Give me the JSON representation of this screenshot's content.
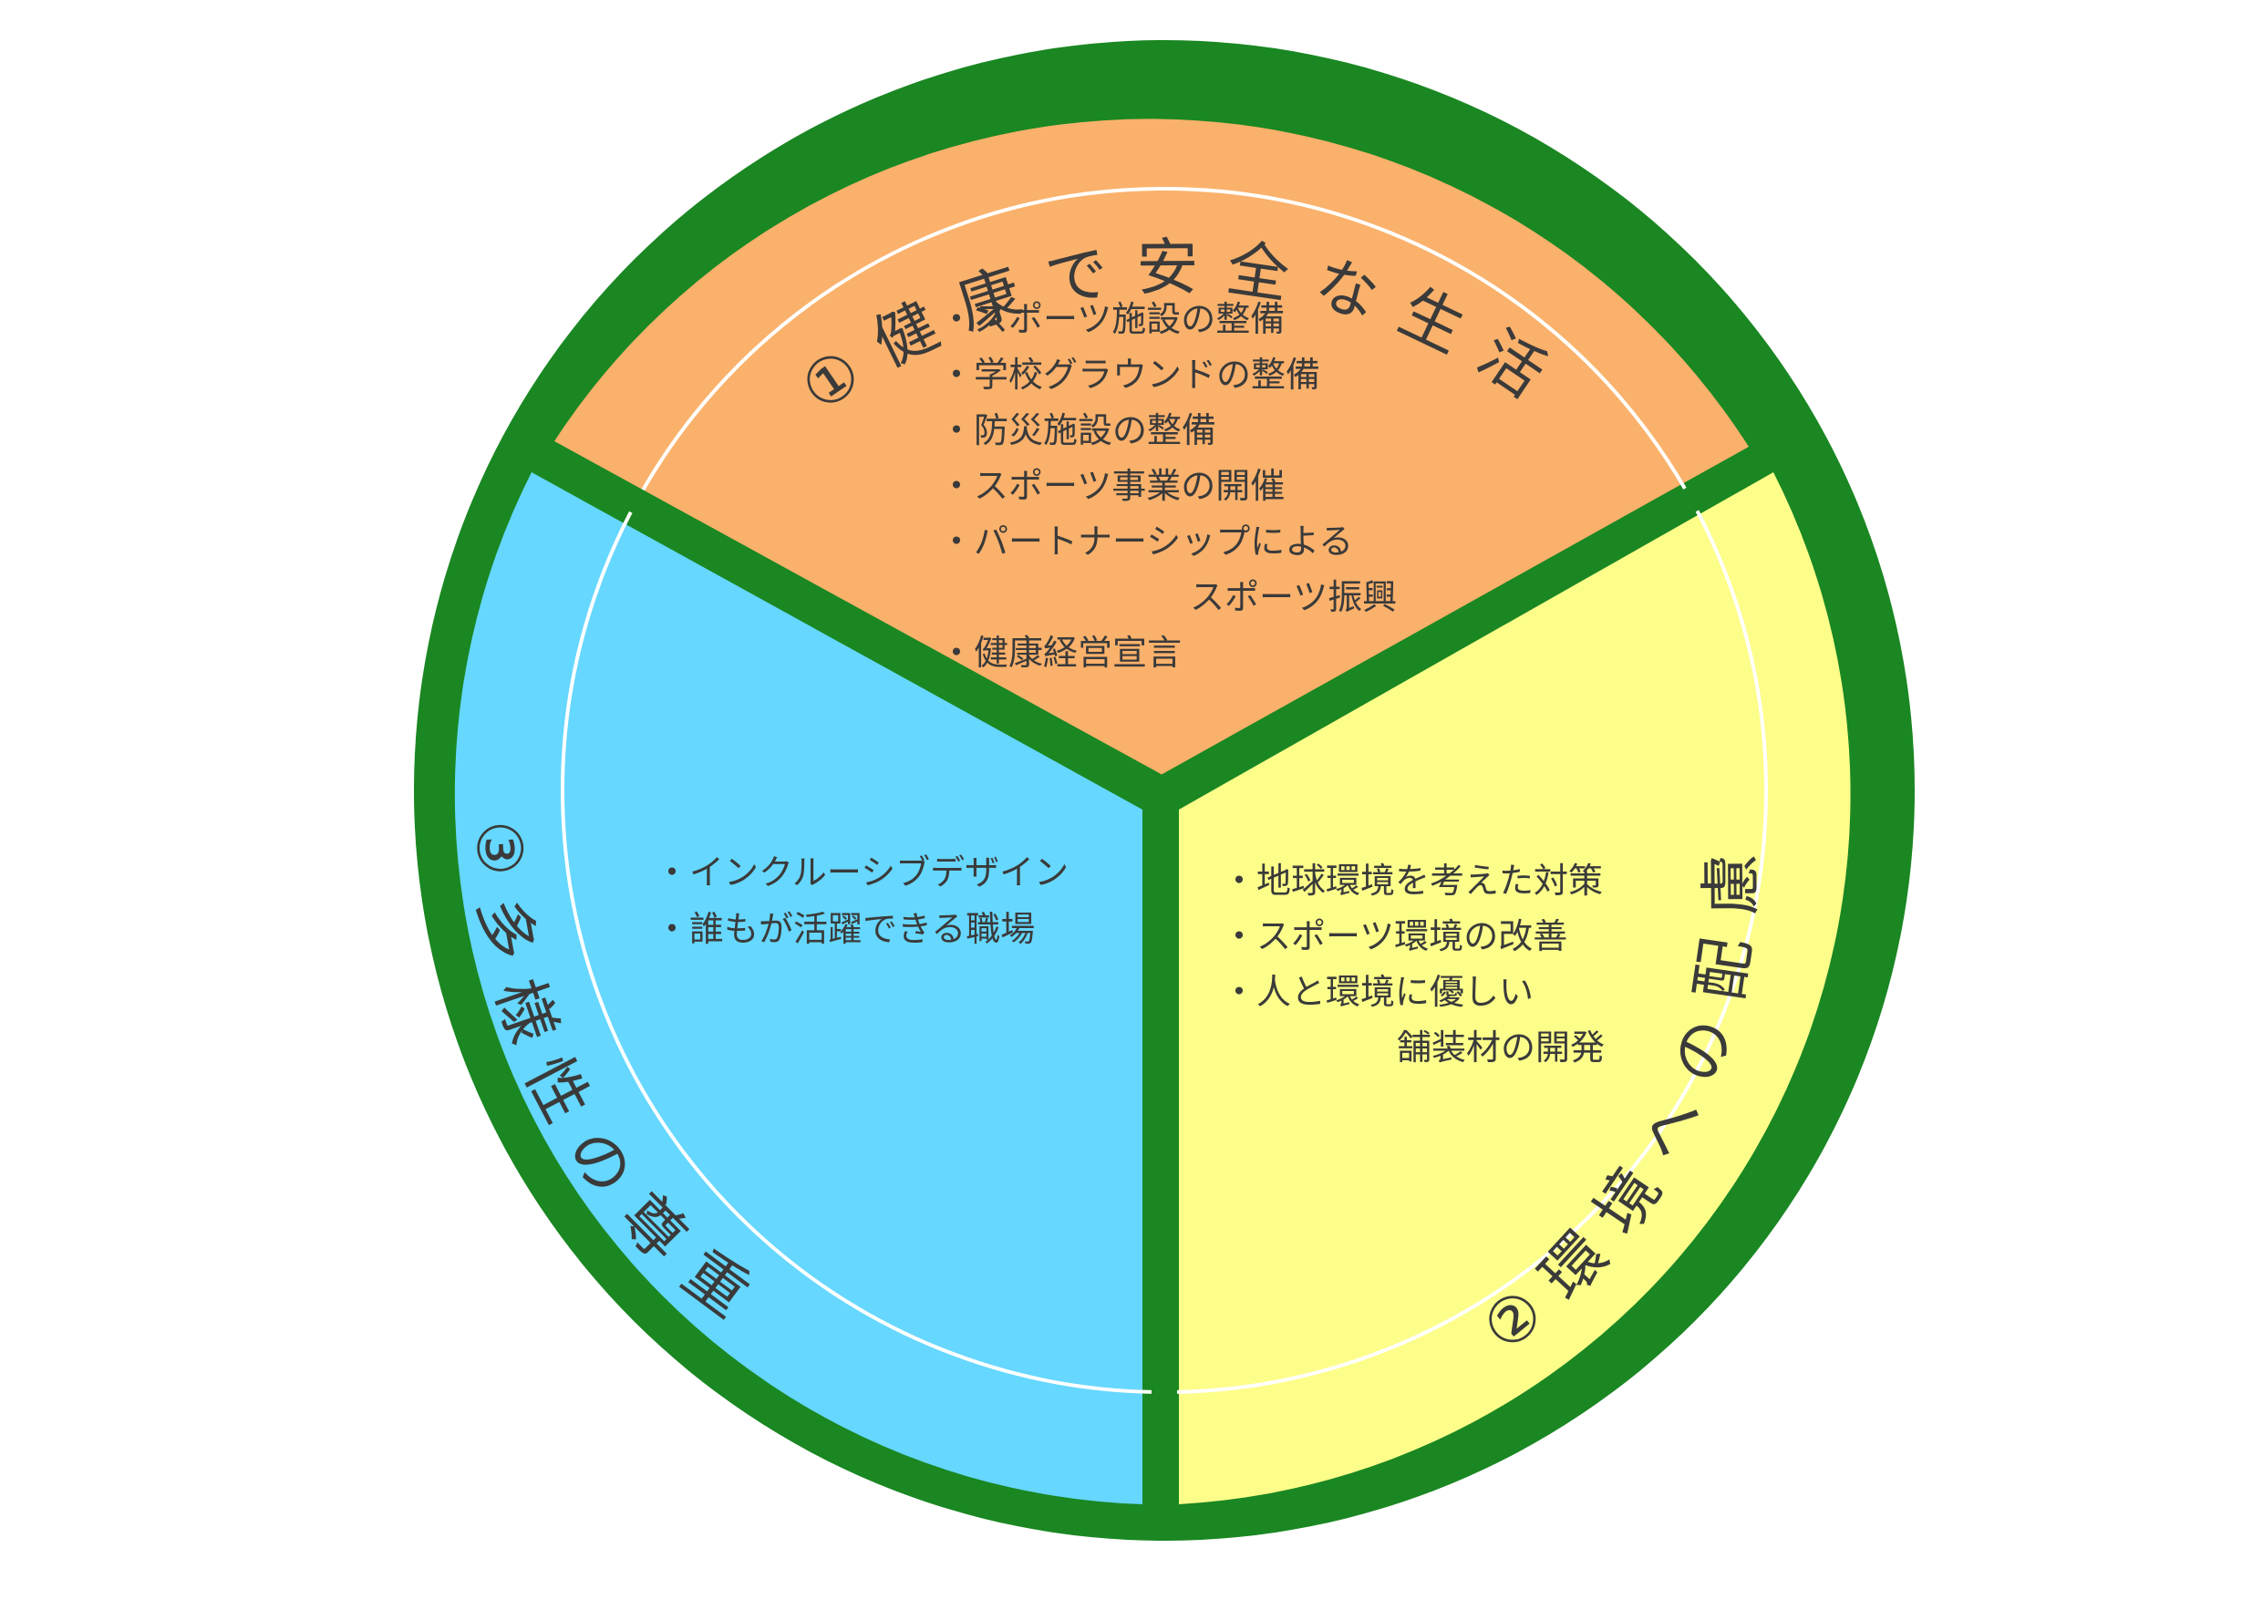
{
  "colors": {
    "outer_ring": "#1a8722",
    "health_sector": "#fab16b",
    "environment_sector": "#fdfd8a",
    "diversity_sector": "#66d7fe",
    "inner_circle_line": "#ffffff",
    "text": "#3a3a3a"
  },
  "sectors": {
    "health": {
      "title": "①健康で安全な生活",
      "items": [
        "・スポーツ施設の整備",
        "・学校グラウンドの整備",
        "・防災施設の整備",
        "・スポーツ事業の開催",
        "・パートナーシップによる",
        "スポーツ振興",
        "・健康経営宣言"
      ]
    },
    "environment": {
      "title": "②環境への配慮",
      "items": [
        "・地球環境を考えた対策",
        "・スポーツ環境の改善",
        "・人と環境に優しい",
        "舗装材の開発"
      ]
    },
    "diversity": {
      "title": "③多様性の尊重",
      "items": [
        "・インクルーシブデザイン",
        "・誰もが活躍できる職場"
      ]
    }
  }
}
